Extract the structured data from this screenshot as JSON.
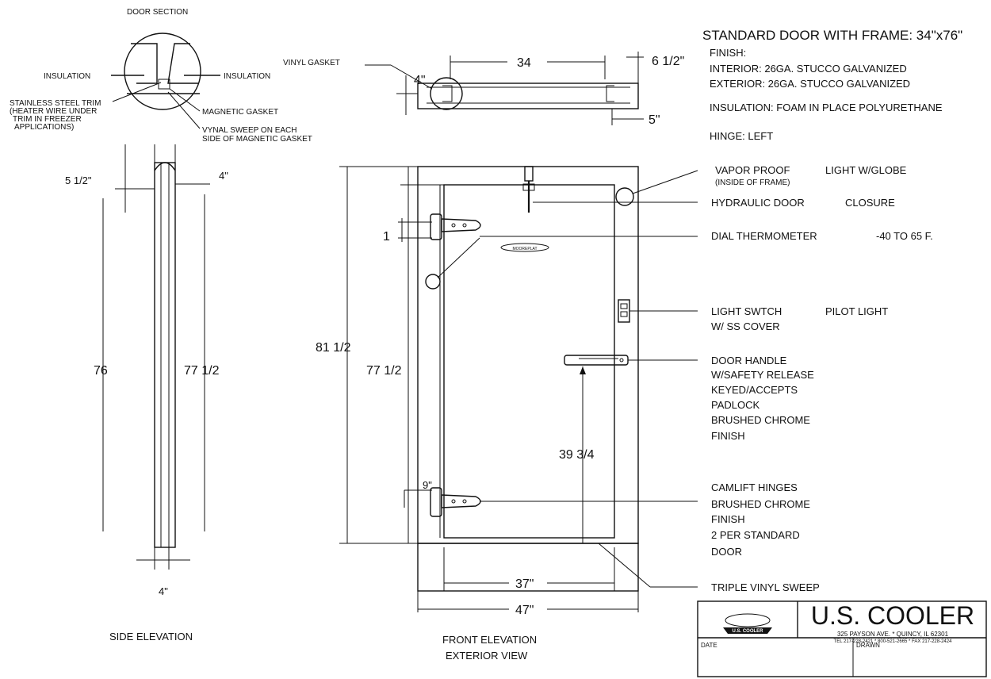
{
  "door_section": {
    "title": "DOOR SECTION",
    "insulation_left": "INSULATION",
    "insulation_right": "INSULATION",
    "vinyl_gasket": "VINYL GASKET",
    "trim": [
      "STAINLESS STEEL TRIM",
      "(HEATER WIRE UNDER",
      "TRIM IN FREEZER",
      "APPLICATIONS)"
    ],
    "magnetic_gasket": "MAGNETIC GASKET",
    "sweep": [
      "VYNAL SWEEP ON EACH",
      "SIDE OF MAGNETIC GASKET"
    ]
  },
  "side_elevation": {
    "title": "SIDE ELEVATION",
    "dim_top_left": "5 1/2\"",
    "dim_top_right": "4\"",
    "dim_height_left": "76",
    "dim_height_right": "77 1/2",
    "dim_bottom": "4\""
  },
  "plan": {
    "dim_width": "34",
    "dim_depth": "6 1/2\"",
    "dim_left": "4\"",
    "dim_right": "5\""
  },
  "front_elevation": {
    "title_1": "FRONT ELEVATION",
    "title_2": "EXTERIOR VIEW",
    "dim_overall_height": "81 1/2",
    "dim_door_height": "77 1/2",
    "dim_hinge_top": "1",
    "dim_hinge_bottom": "9\"",
    "dim_handle": "39 3/4",
    "dim_door_width": "37\"",
    "dim_overall_width": "47\"",
    "thermometer_label": "MOOREPLAT"
  },
  "specs": {
    "heading": "STANDARD DOOR WITH FRAME: 34\"x76\"",
    "finish": "FINISH:",
    "interior": "INTERIOR: 26GA. STUCCO GALVANIZED",
    "exterior": "EXTERIOR: 26GA. STUCCO GALVANIZED",
    "insulation": "INSULATION: FOAM IN PLACE POLYURETHANE",
    "hinge": "HINGE: LEFT"
  },
  "callouts": {
    "vapor_a": "VAPOR PROOF",
    "vapor_b": "LIGHT W/GLOBE",
    "vapor_c": "(INSIDE OF FRAME)",
    "closure_a": "HYDRAULIC DOOR",
    "closure_b": "CLOSURE",
    "thermo_a": "DIAL THERMOMETER",
    "thermo_b": "-40 TO 65 F.",
    "switch_a": "LIGHT SWTCH",
    "switch_b": "PILOT LIGHT",
    "switch_c": "W/ SS COVER",
    "handle": [
      "DOOR HANDLE",
      "W/SAFETY RELEASE",
      "KEYED/ACCEPTS",
      "PADLOCK",
      "BRUSHED CHROME",
      "FINISH"
    ],
    "hinges": [
      "CAMLIFT HINGES",
      "BRUSHED CHROME",
      "FINISH",
      "2 PER STANDARD",
      "DOOR"
    ],
    "sweep": "TRIPLE VINYL SWEEP"
  },
  "title_block": {
    "logo_text": "U.S. COOLER",
    "company": "U.S. COOLER",
    "address": "325 PAYSON AVE. * QUINCY, IL 62301",
    "phones": "TEL 217-228-2421 * 800-521-2665 * FAX 217-228-2424",
    "date_label": "DATE",
    "drawn_label": "DRAWN"
  }
}
